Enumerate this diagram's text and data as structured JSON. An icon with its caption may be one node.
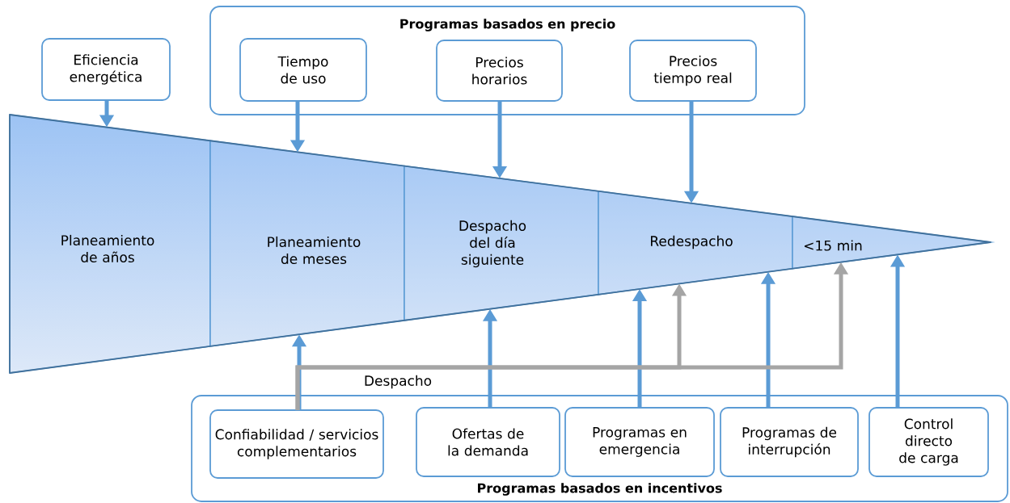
{
  "diagram": {
    "nodes": [
      {
        "text": [
          "Eficiencia energética"
        ]
      },
      {
        "text": [
          "Programas basados en precio"
        ]
      },
      {
        "text": [
          "Tiempo de uso"
        ],
        "in": 1
      },
      {
        "text": [
          "Precios horarios"
        ],
        "in": 1
      },
      {
        "text": [
          "Precios tiempo real"
        ],
        "in": 1
      },
      {
        "text": [
          "Planeamiento de años"
        ]
      },
      {
        "text": [
          "Planeamiento de meses"
        ]
      },
      {
        "text": [
          "Despacho del día siguiente"
        ]
      },
      {
        "text": [
          "Redespacho"
        ]
      },
      {
        "text": [
          "<15 min"
        ]
      },
      {
        "text": [
          "Programas basados en incentivos"
        ]
      },
      {
        "text": [
          "Confiabilidad / servicios complementarios"
        ],
        "in": 10
      },
      {
        "text": [
          "Ofertas de la demanda"
        ],
        "in": 10
      },
      {
        "text": [
          "Programas en emergencia"
        ],
        "in": 10
      },
      {
        "text": [
          "Programas de interrupción"
        ],
        "in": 10
      },
      {
        "text": [
          "Control directo de carga"
        ],
        "in": 10
      }
    ],
    "edges": [
      {
        "from": 0,
        "to": 5,
        "arrow": "to"
      },
      {
        "from": 2,
        "to": 6,
        "arrow": "to"
      },
      {
        "from": 3,
        "to": 7,
        "arrow": "to"
      },
      {
        "from": 4,
        "to": 8,
        "arrow": "to"
      },
      {
        "from": 11,
        "to": 6,
        "arrow": "to"
      },
      {
        "from": 12,
        "to": 7,
        "arrow": "to"
      },
      {
        "from": 13,
        "to": 8,
        "arrow": "to"
      },
      {
        "from": 14,
        "to": 8,
        "arrow": "to"
      },
      {
        "from": 15,
        "to": 9,
        "arrow": "to"
      },
      {
        "from": 11,
        "to": 8,
        "arrow": "to",
        "label": "Despacho",
        "color": "#a5a5a5"
      },
      {
        "from": 11,
        "to": 9,
        "arrow": "to",
        "color": "#a5a5a5"
      }
    ]
  }
}
